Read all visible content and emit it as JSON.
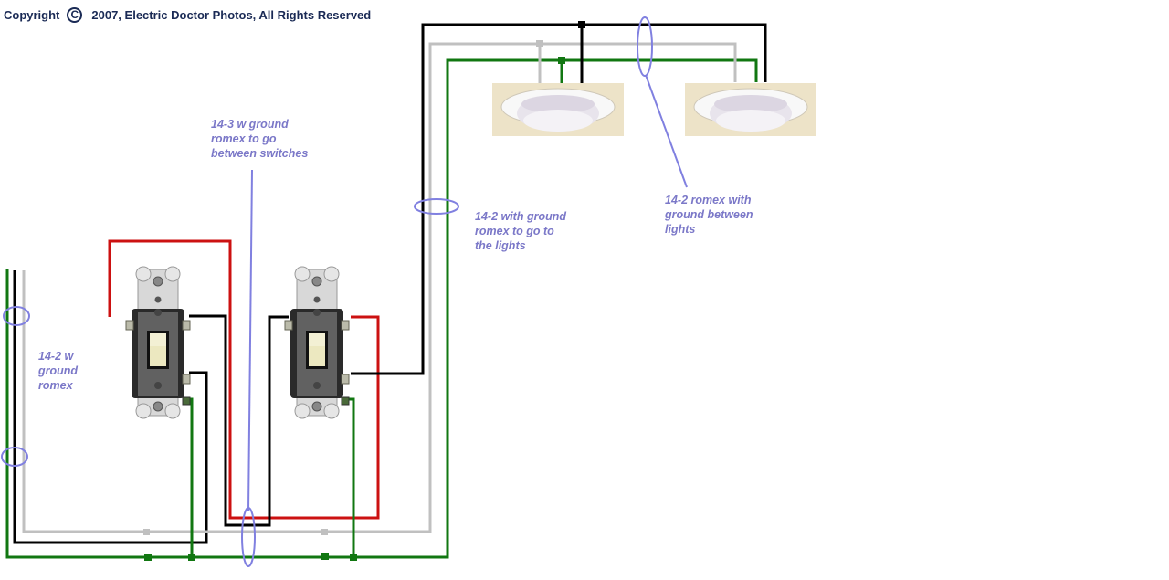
{
  "copyright": {
    "prefix": "Copyright",
    "symbol": "C",
    "text": "2007, Electric Doctor Photos,  All Rights Reserved"
  },
  "labels": {
    "between_switches": "14-3 w ground\nromex to go\nbetween switches",
    "to_lights": "14-2 with ground\nromex to go to\nthe lights",
    "between_lights": "14-2 romex with\nground between\nlights",
    "supply": "14-2 w\nground\nromex"
  },
  "colors": {
    "hot": "#000000",
    "neutral": "#c0c0c0",
    "ground": "#117711",
    "traveler": "#cc1111",
    "annotation": "#8080e0",
    "fixture_bg": "#ede3c8"
  },
  "components": {
    "switches": [
      "three-way-switch-1",
      "three-way-switch-2"
    ],
    "fixtures": [
      "recessed-light-1",
      "recessed-light-2"
    ]
  }
}
